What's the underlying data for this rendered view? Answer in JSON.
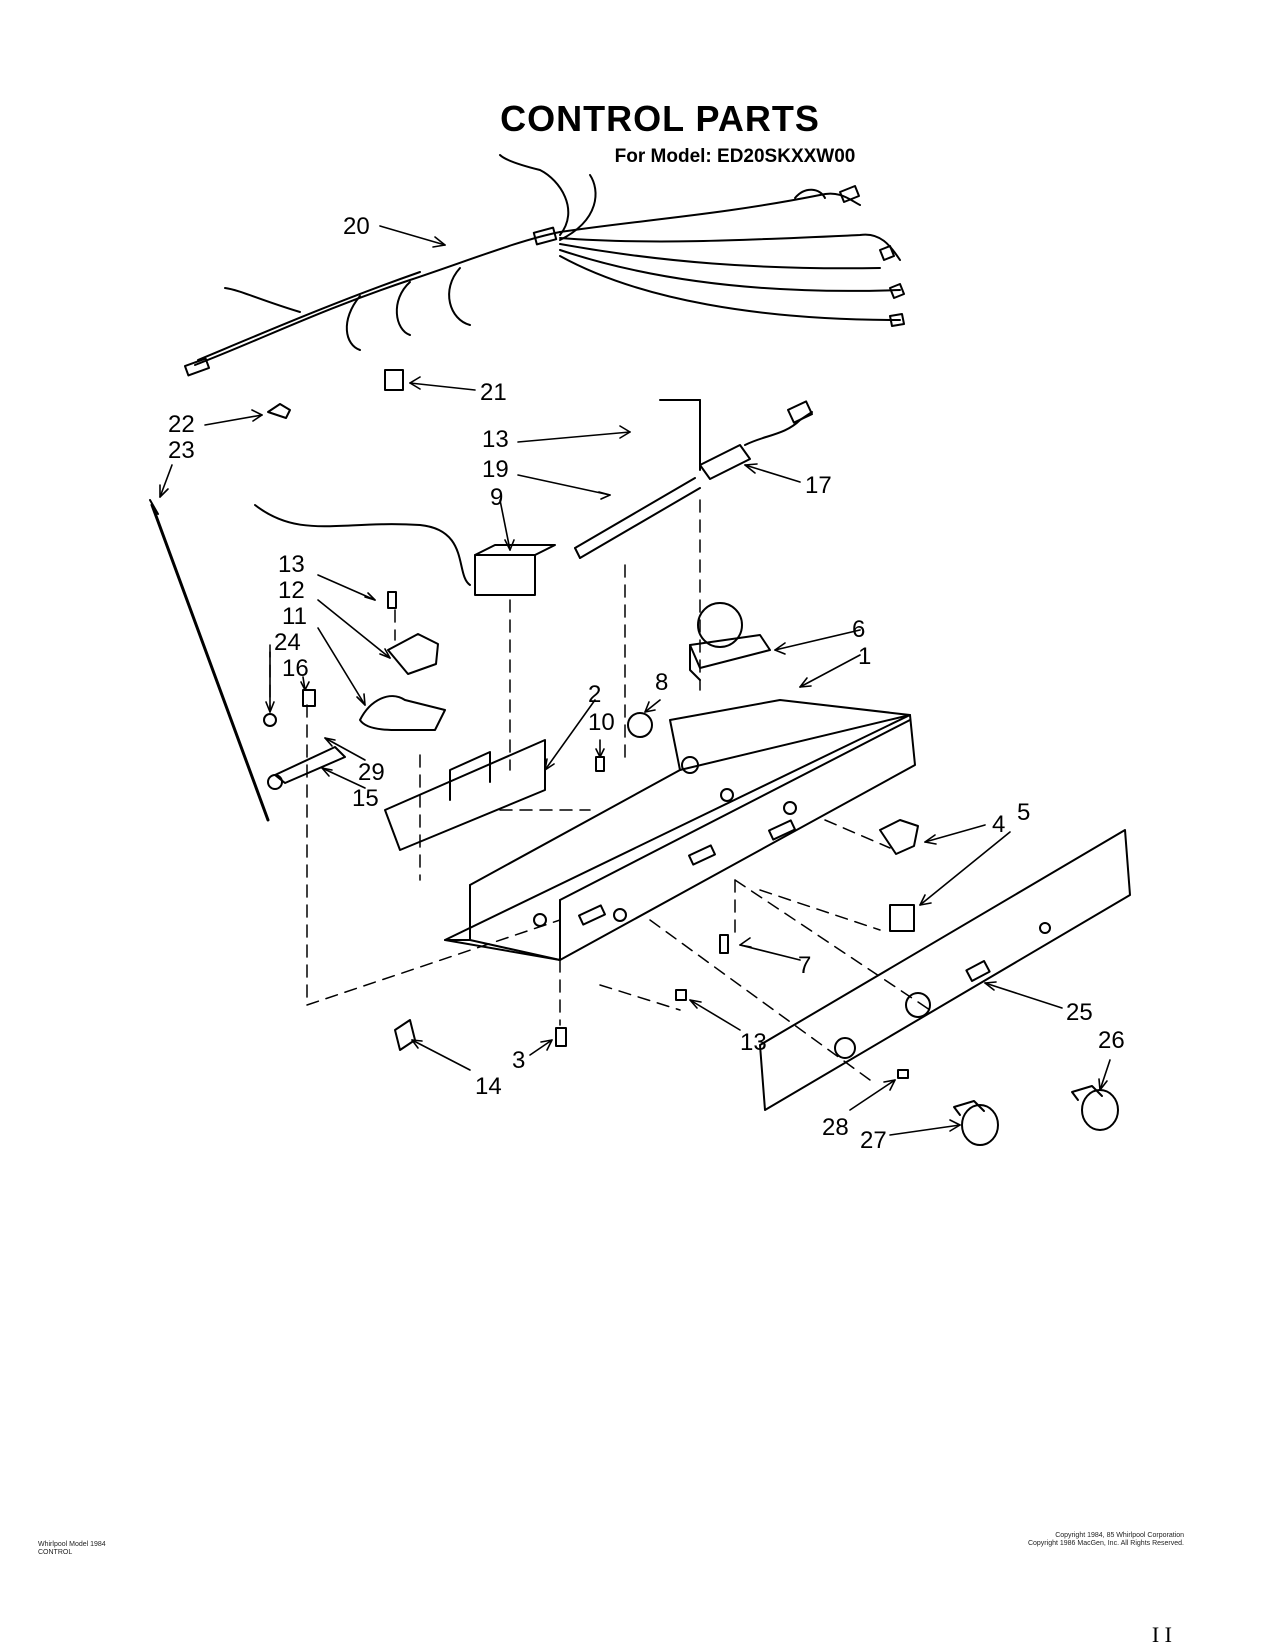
{
  "header": {
    "title": "CONTROL PARTS",
    "subtitle": "For Model: ED20SKXXW00"
  },
  "callouts": [
    "20",
    "21",
    "22",
    "23",
    "13",
    "19",
    "9",
    "17",
    "13",
    "12",
    "11",
    "24",
    "16",
    "29",
    "15",
    "6",
    "1",
    "8",
    "2",
    "10",
    "4",
    "5",
    "7",
    "25",
    "26",
    "13",
    "3",
    "14",
    "28",
    "27"
  ],
  "footer": {
    "left_line1": "Whirlpool Model 1984",
    "left_line2": "CONTROL",
    "right_line1": "Copyright 1984, 85 Whirlpool Corporation",
    "right_line2": "Copyright 1986 MacGen, Inc. All Rights Reserved."
  },
  "page_marker": "I  I"
}
